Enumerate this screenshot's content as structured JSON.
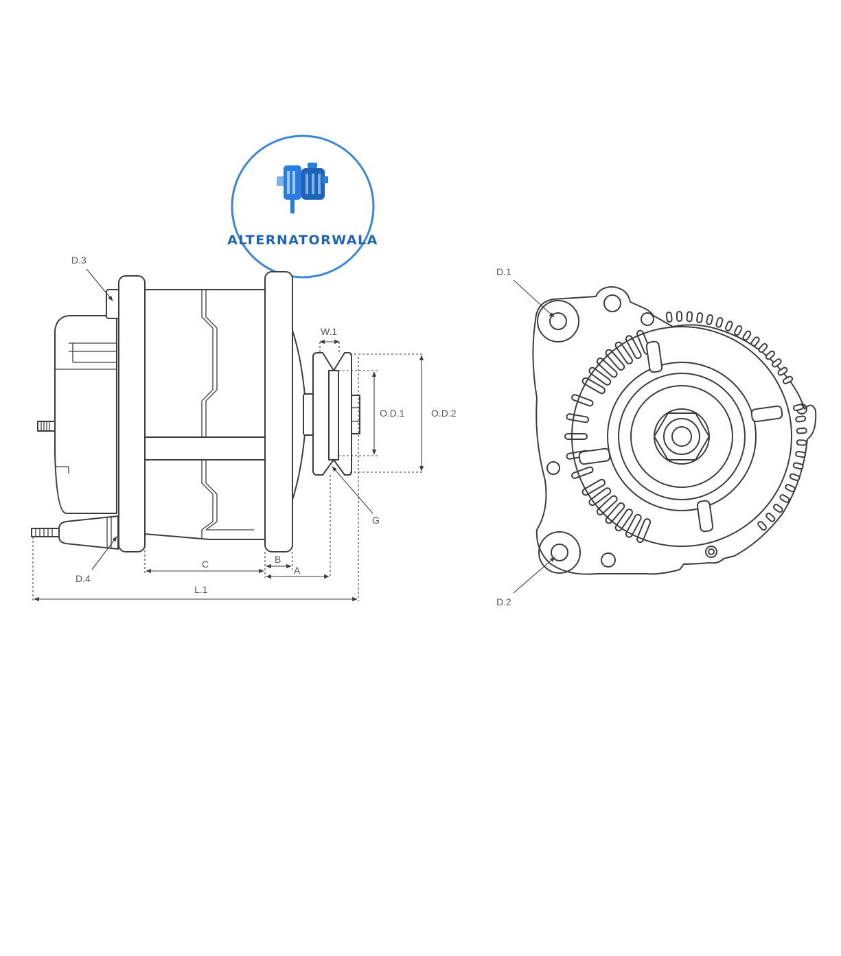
{
  "logo": {
    "text": "ALTERNATORWALA",
    "icon": "alternator-icon",
    "ring_color": "#3a87d6",
    "text_color": "#1f63b8",
    "icon_color": "#2a7de0"
  },
  "labels": {
    "d3": "D.3",
    "d4": "D.4",
    "d1": "D.1",
    "d2": "D.2",
    "w1": "W.1",
    "od1": "O.D.1",
    "od2": "O.D.2",
    "g": "G",
    "c": "C",
    "b": "B",
    "a": "A",
    "l1": "L.1"
  },
  "colors": {
    "line": "#3c3c3c",
    "label": "#555555",
    "background": "#ffffff"
  }
}
